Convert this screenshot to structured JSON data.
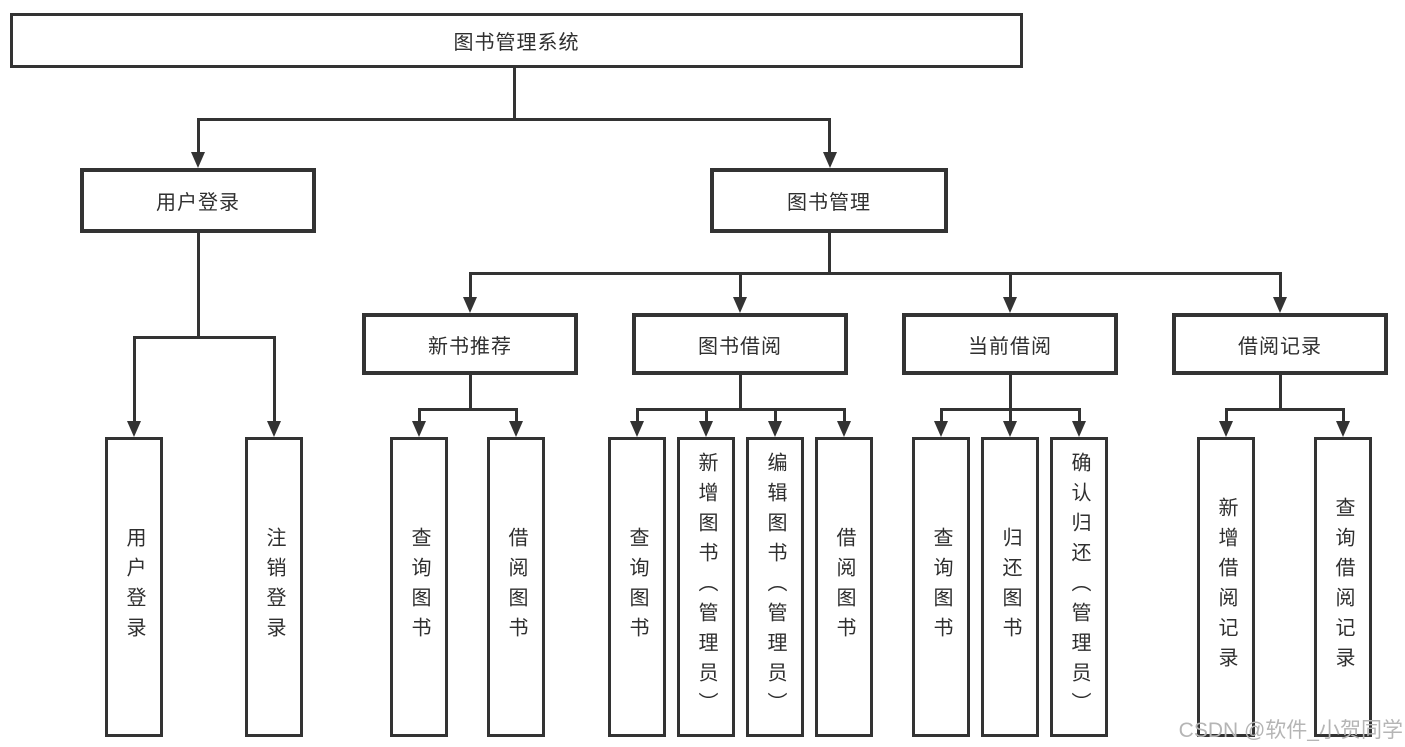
{
  "colors": {
    "line": "#333333",
    "box-border": "#333333",
    "text": "#2f2f2f",
    "background": "#ffffff",
    "watermark": "#b5b5b5"
  },
  "watermark": {
    "text": "CSDN @软件_小贺同学"
  },
  "tree": {
    "root": {
      "label": "图书管理系统"
    },
    "branches": [
      {
        "label": "用户登录",
        "children": [
          {
            "label": "用户登录"
          },
          {
            "label": "注销登录"
          }
        ]
      },
      {
        "label": "图书管理",
        "children": [
          {
            "label": "新书推荐",
            "children": [
              {
                "label": "查询图书"
              },
              {
                "label": "借阅图书"
              }
            ]
          },
          {
            "label": "图书借阅",
            "children": [
              {
                "label": "查询图书"
              },
              {
                "label": "新增图书（管理员）"
              },
              {
                "label": "编辑图书（管理员）"
              },
              {
                "label": "借阅图书"
              }
            ]
          },
          {
            "label": "当前借阅",
            "children": [
              {
                "label": "查询图书"
              },
              {
                "label": "归还图书"
              },
              {
                "label": "确认归还（管理员）"
              }
            ]
          },
          {
            "label": "借阅记录",
            "children": [
              {
                "label": "新增借阅记录"
              },
              {
                "label": "查询借阅记录"
              }
            ]
          }
        ]
      }
    ]
  }
}
